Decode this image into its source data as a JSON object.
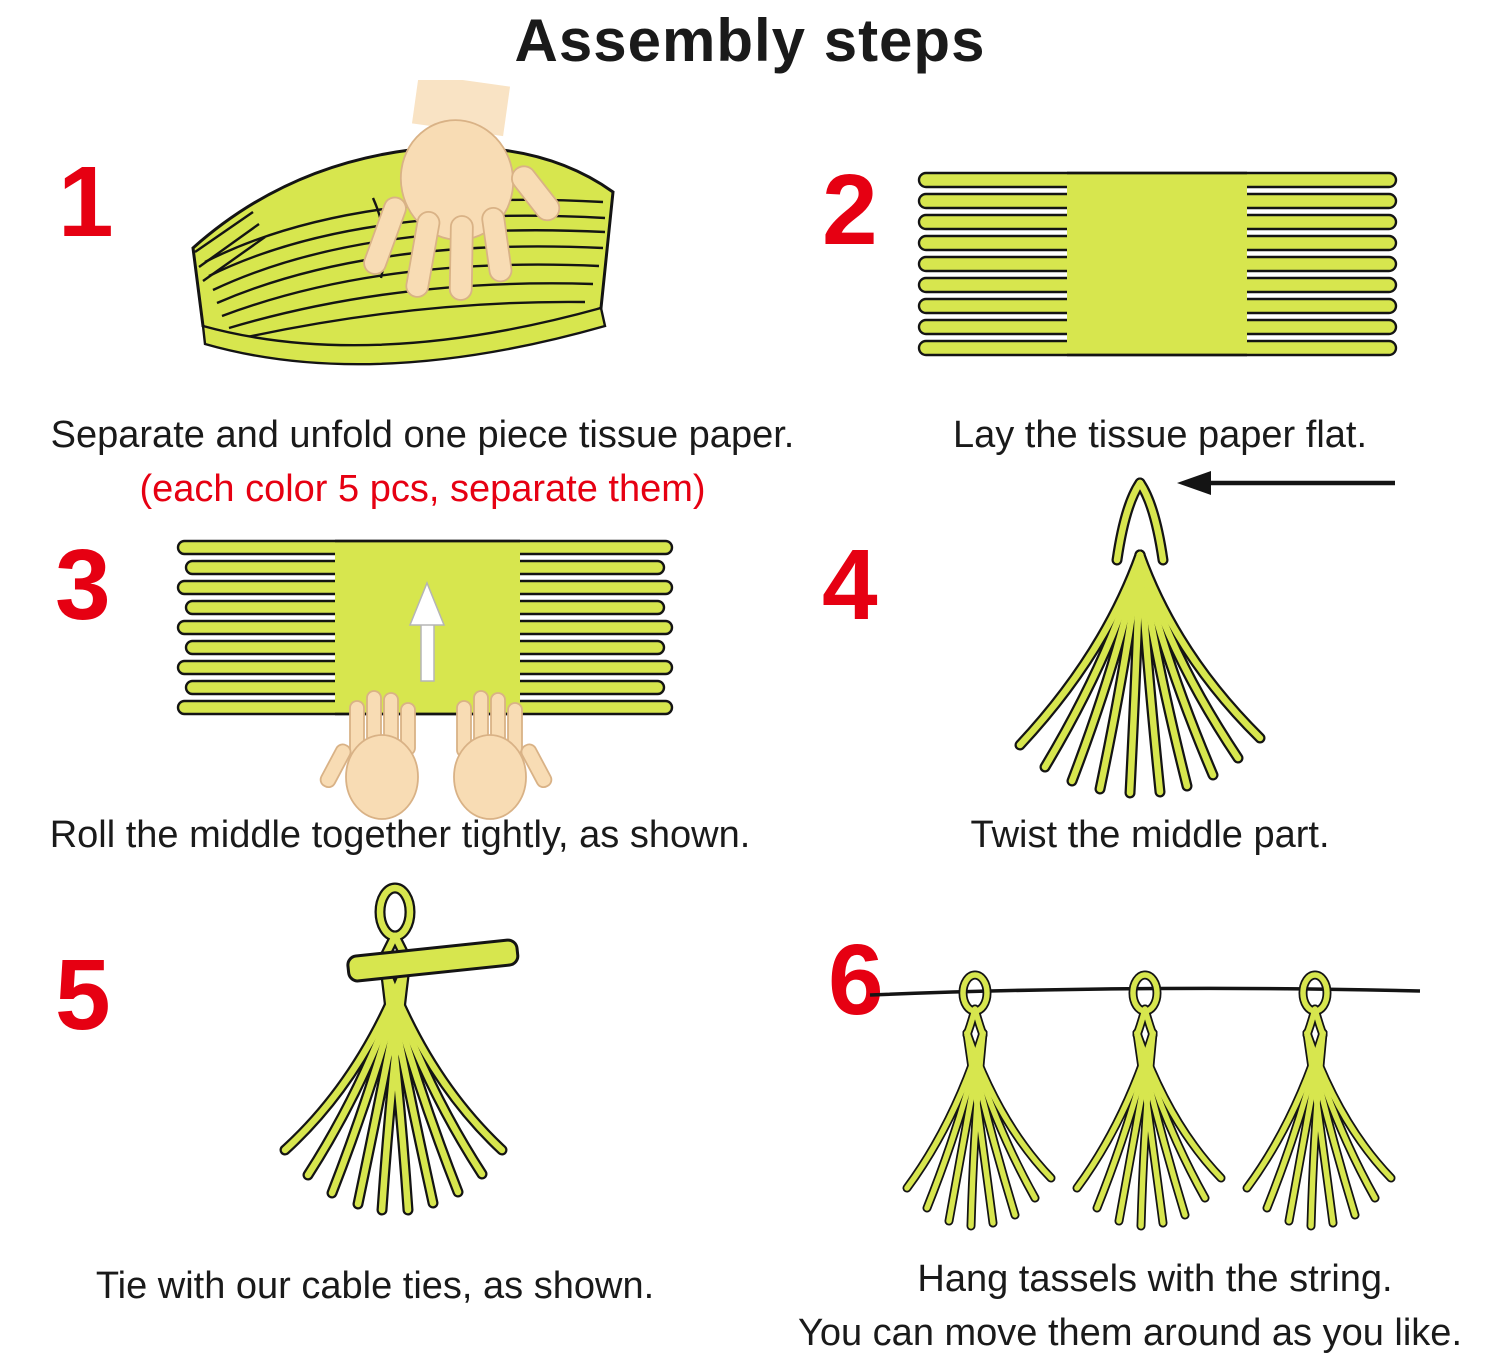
{
  "title": "Assembly steps",
  "colors": {
    "paper_green": "#d7e64e",
    "number_red": "#e60012",
    "text_black": "#1a1a1a",
    "skin": "#f8dcb4"
  },
  "icons": {
    "hand": "pressing-hand shape (skin-tone capsules)",
    "up_arrow": "white upward arrow",
    "left_arrow": "black leftward arrow",
    "string": "horizontal hanging string line",
    "tassel": "green paper tassel with loop",
    "cable_tie": "green cable-tie band"
  },
  "steps": [
    {
      "number": "1",
      "caption": "Separate and unfold one piece tissue paper.",
      "note": "(each color 5 pcs, separate them)"
    },
    {
      "number": "2",
      "caption": "Lay the tissue paper flat.",
      "note": ""
    },
    {
      "number": "3",
      "caption": "Roll the middle together tightly, as shown.",
      "note": ""
    },
    {
      "number": "4",
      "caption": "Twist the middle part.",
      "note": ""
    },
    {
      "number": "5",
      "caption": "Tie with our cable ties, as shown.",
      "note": ""
    },
    {
      "number": "6",
      "caption": "Hang tassels with the string.",
      "note": "You can move them around as you like."
    }
  ]
}
